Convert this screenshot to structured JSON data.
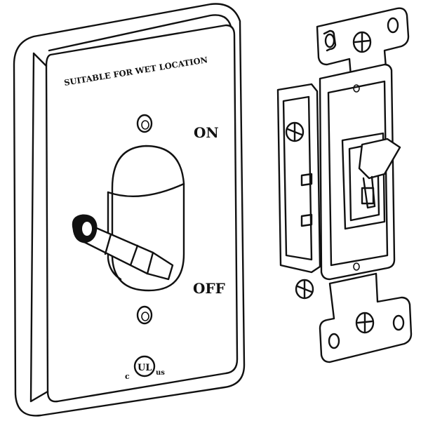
{
  "cover_plate": {
    "caption": "SUITABLE FOR WET LOCATION",
    "on_label": "ON",
    "off_label": "OFF",
    "cert_mark": {
      "main": "UL",
      "prefix": "c",
      "suffix": "us"
    }
  }
}
